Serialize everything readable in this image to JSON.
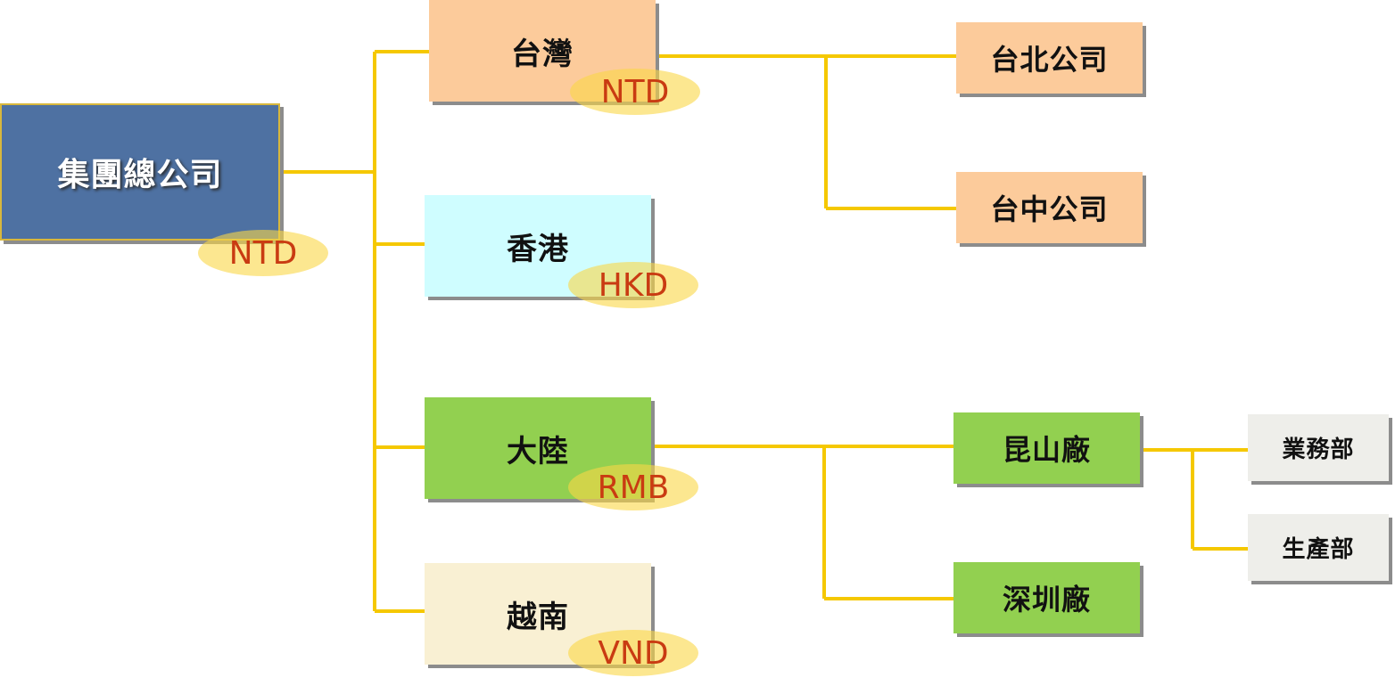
{
  "colors": {
    "connector": "#f5c800",
    "hq": "#4e71a2",
    "taiwan": "#fccb9b",
    "hongkong": "#cffdff",
    "mainland": "#92d050",
    "vietnam": "#f9f0d3",
    "department": "#eeeeea",
    "currency_text": "#c93b12",
    "currency_badge": "#fad746"
  },
  "nodes": {
    "hq": "集團總公司",
    "taiwan": "台灣",
    "hongkong": "香港",
    "mainland": "大陸",
    "vietnam": "越南",
    "taipei": "台北公司",
    "taichung": "台中公司",
    "kunshan": "昆山廠",
    "shenzhen": "深圳廠",
    "sales": "業務部",
    "production": "生產部"
  },
  "currencies": {
    "hq": "NTD",
    "taiwan": "NTD",
    "hongkong": "HKD",
    "mainland": "RMB",
    "vietnam": "VND"
  }
}
